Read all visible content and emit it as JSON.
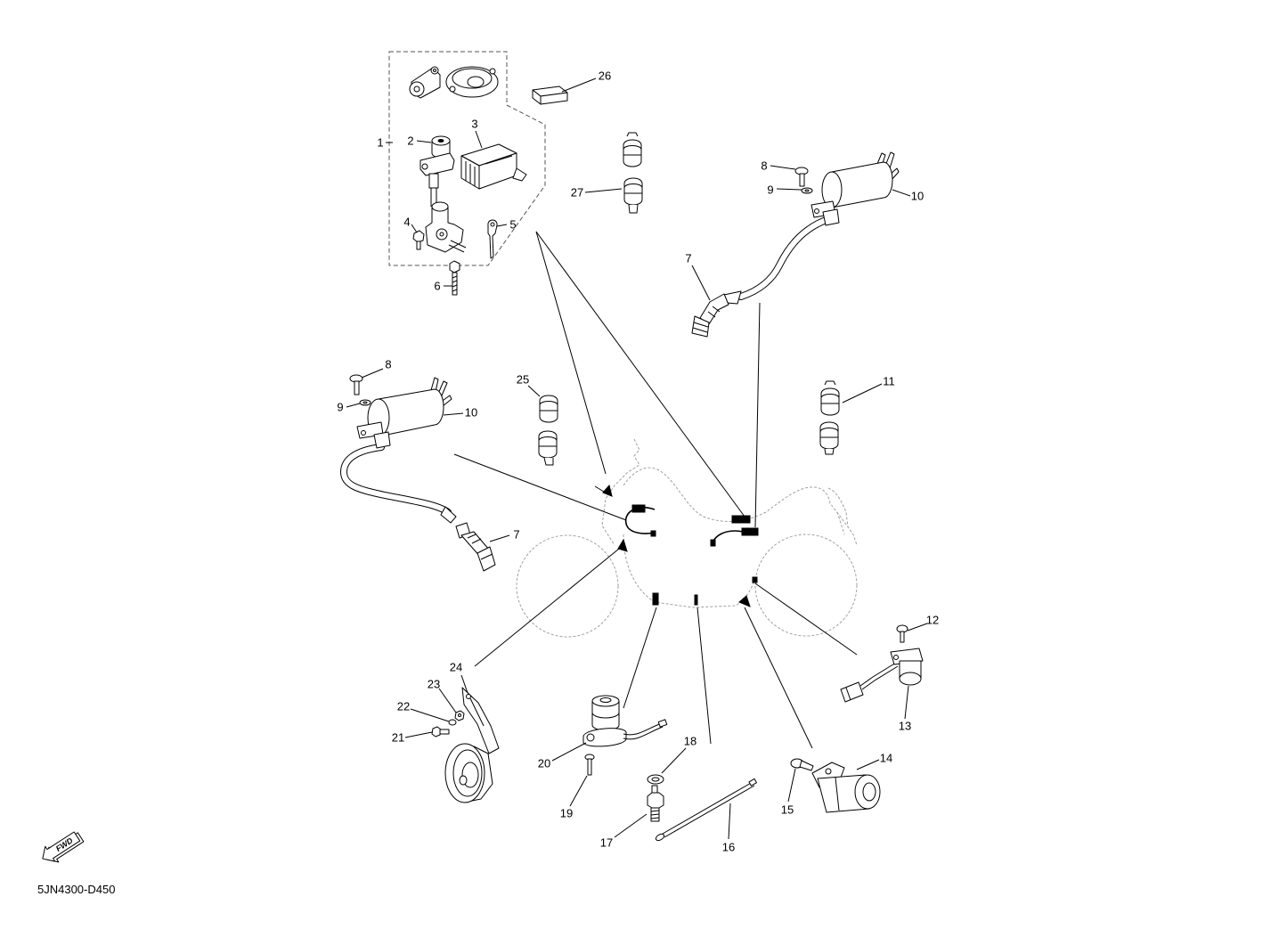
{
  "diagram_code": "5JN4300-D450",
  "fwd_label": "FWD",
  "callouts": [
    "1",
    "2",
    "3",
    "4",
    "5",
    "6",
    "26",
    "27",
    "8",
    "9",
    "10",
    "7",
    "8",
    "9",
    "10",
    "25",
    "11",
    "7",
    "24",
    "23",
    "22",
    "21",
    "12",
    "13",
    "14",
    "15",
    "20",
    "19",
    "18",
    "17",
    "16"
  ]
}
